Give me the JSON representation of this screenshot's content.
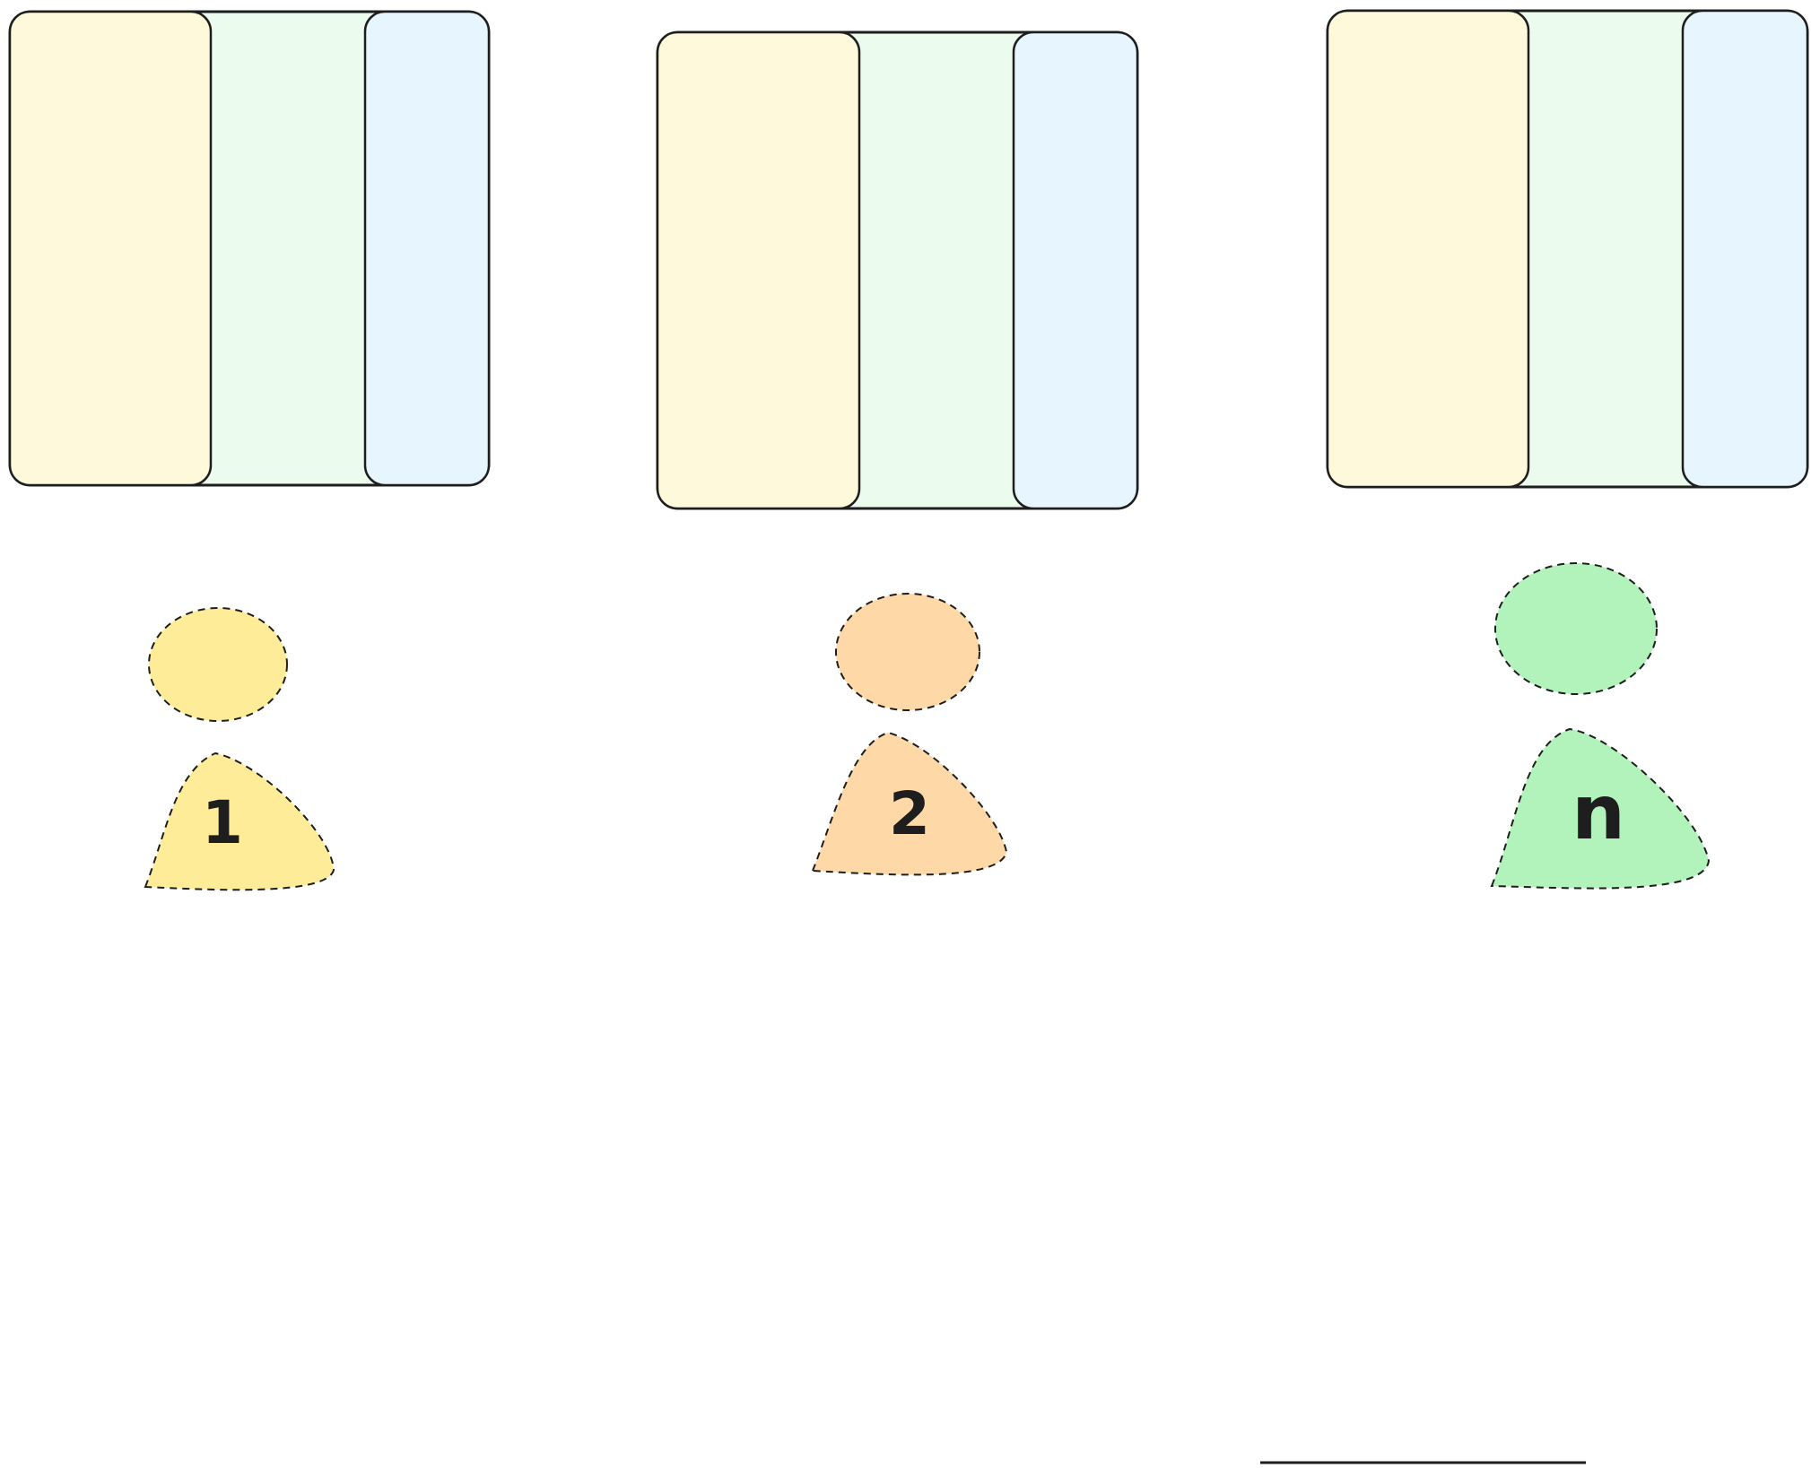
{
  "diagram": {
    "background": "#ffffff",
    "stroke": "#1e1e1e",
    "panel_colors": {
      "left": "#fff9db",
      "middle": "#ebfbee",
      "right": "#e7f5ff"
    },
    "groups": [
      {
        "id": "1",
        "label": "1",
        "person_color": "#ffec99"
      },
      {
        "id": "2",
        "label": "2",
        "person_color": "#ffd8a8"
      },
      {
        "id": "n",
        "label": "n",
        "person_color": "#b2f2bb"
      }
    ]
  }
}
